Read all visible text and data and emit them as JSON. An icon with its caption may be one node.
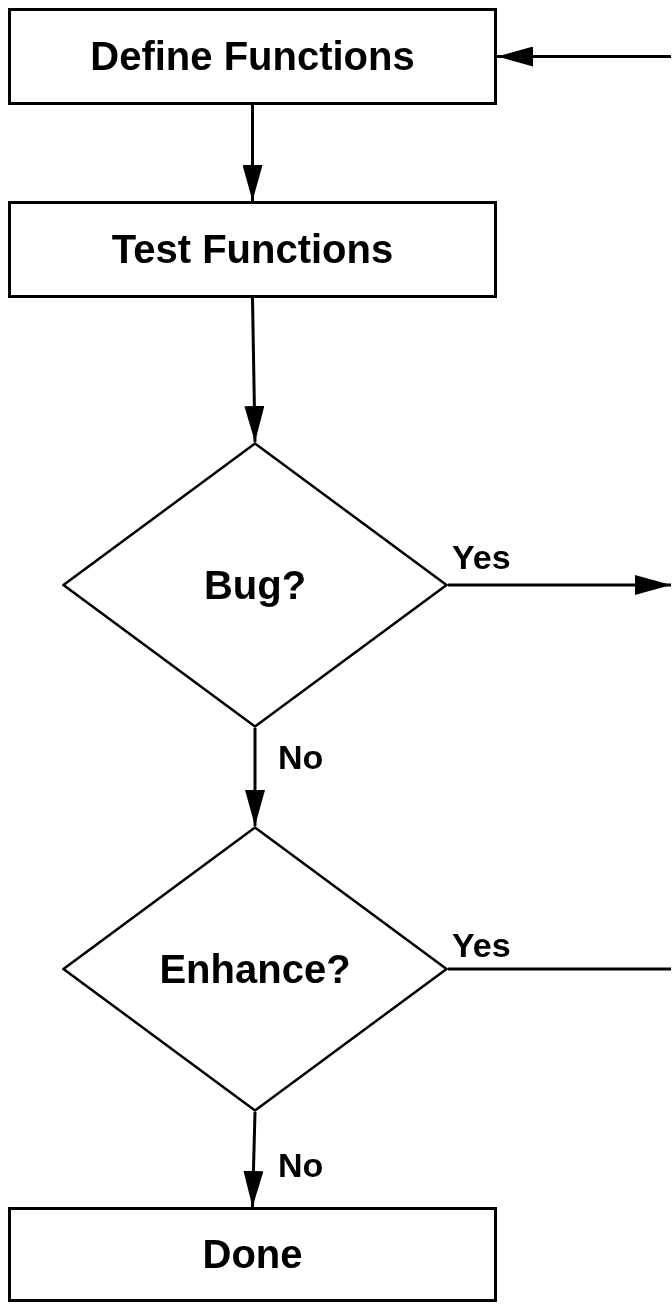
{
  "diagram": {
    "nodes": [
      {
        "text": [
          "Define Functions"
        ]
      },
      {
        "text": [
          "Test Functions"
        ]
      },
      {
        "text": [
          "Bug?"
        ]
      },
      {
        "text": [
          "Enhance?"
        ]
      },
      {
        "text": [
          "Done"
        ]
      }
    ],
    "edges": [
      {
        "from": 0,
        "to": 1,
        "arrow": "to"
      },
      {
        "from": 1,
        "to": 2,
        "arrow": "to"
      },
      {
        "from": 2,
        "to": null,
        "arrow": "to",
        "label": "Yes"
      },
      {
        "from": 2,
        "to": 3,
        "arrow": "to",
        "label": "No"
      },
      {
        "from": 3,
        "to": null,
        "arrow": "none",
        "label": "Yes"
      },
      {
        "from": 3,
        "to": 4,
        "arrow": "to",
        "label": "No"
      },
      {
        "from": null,
        "to": 0,
        "arrow": "to"
      }
    ]
  }
}
